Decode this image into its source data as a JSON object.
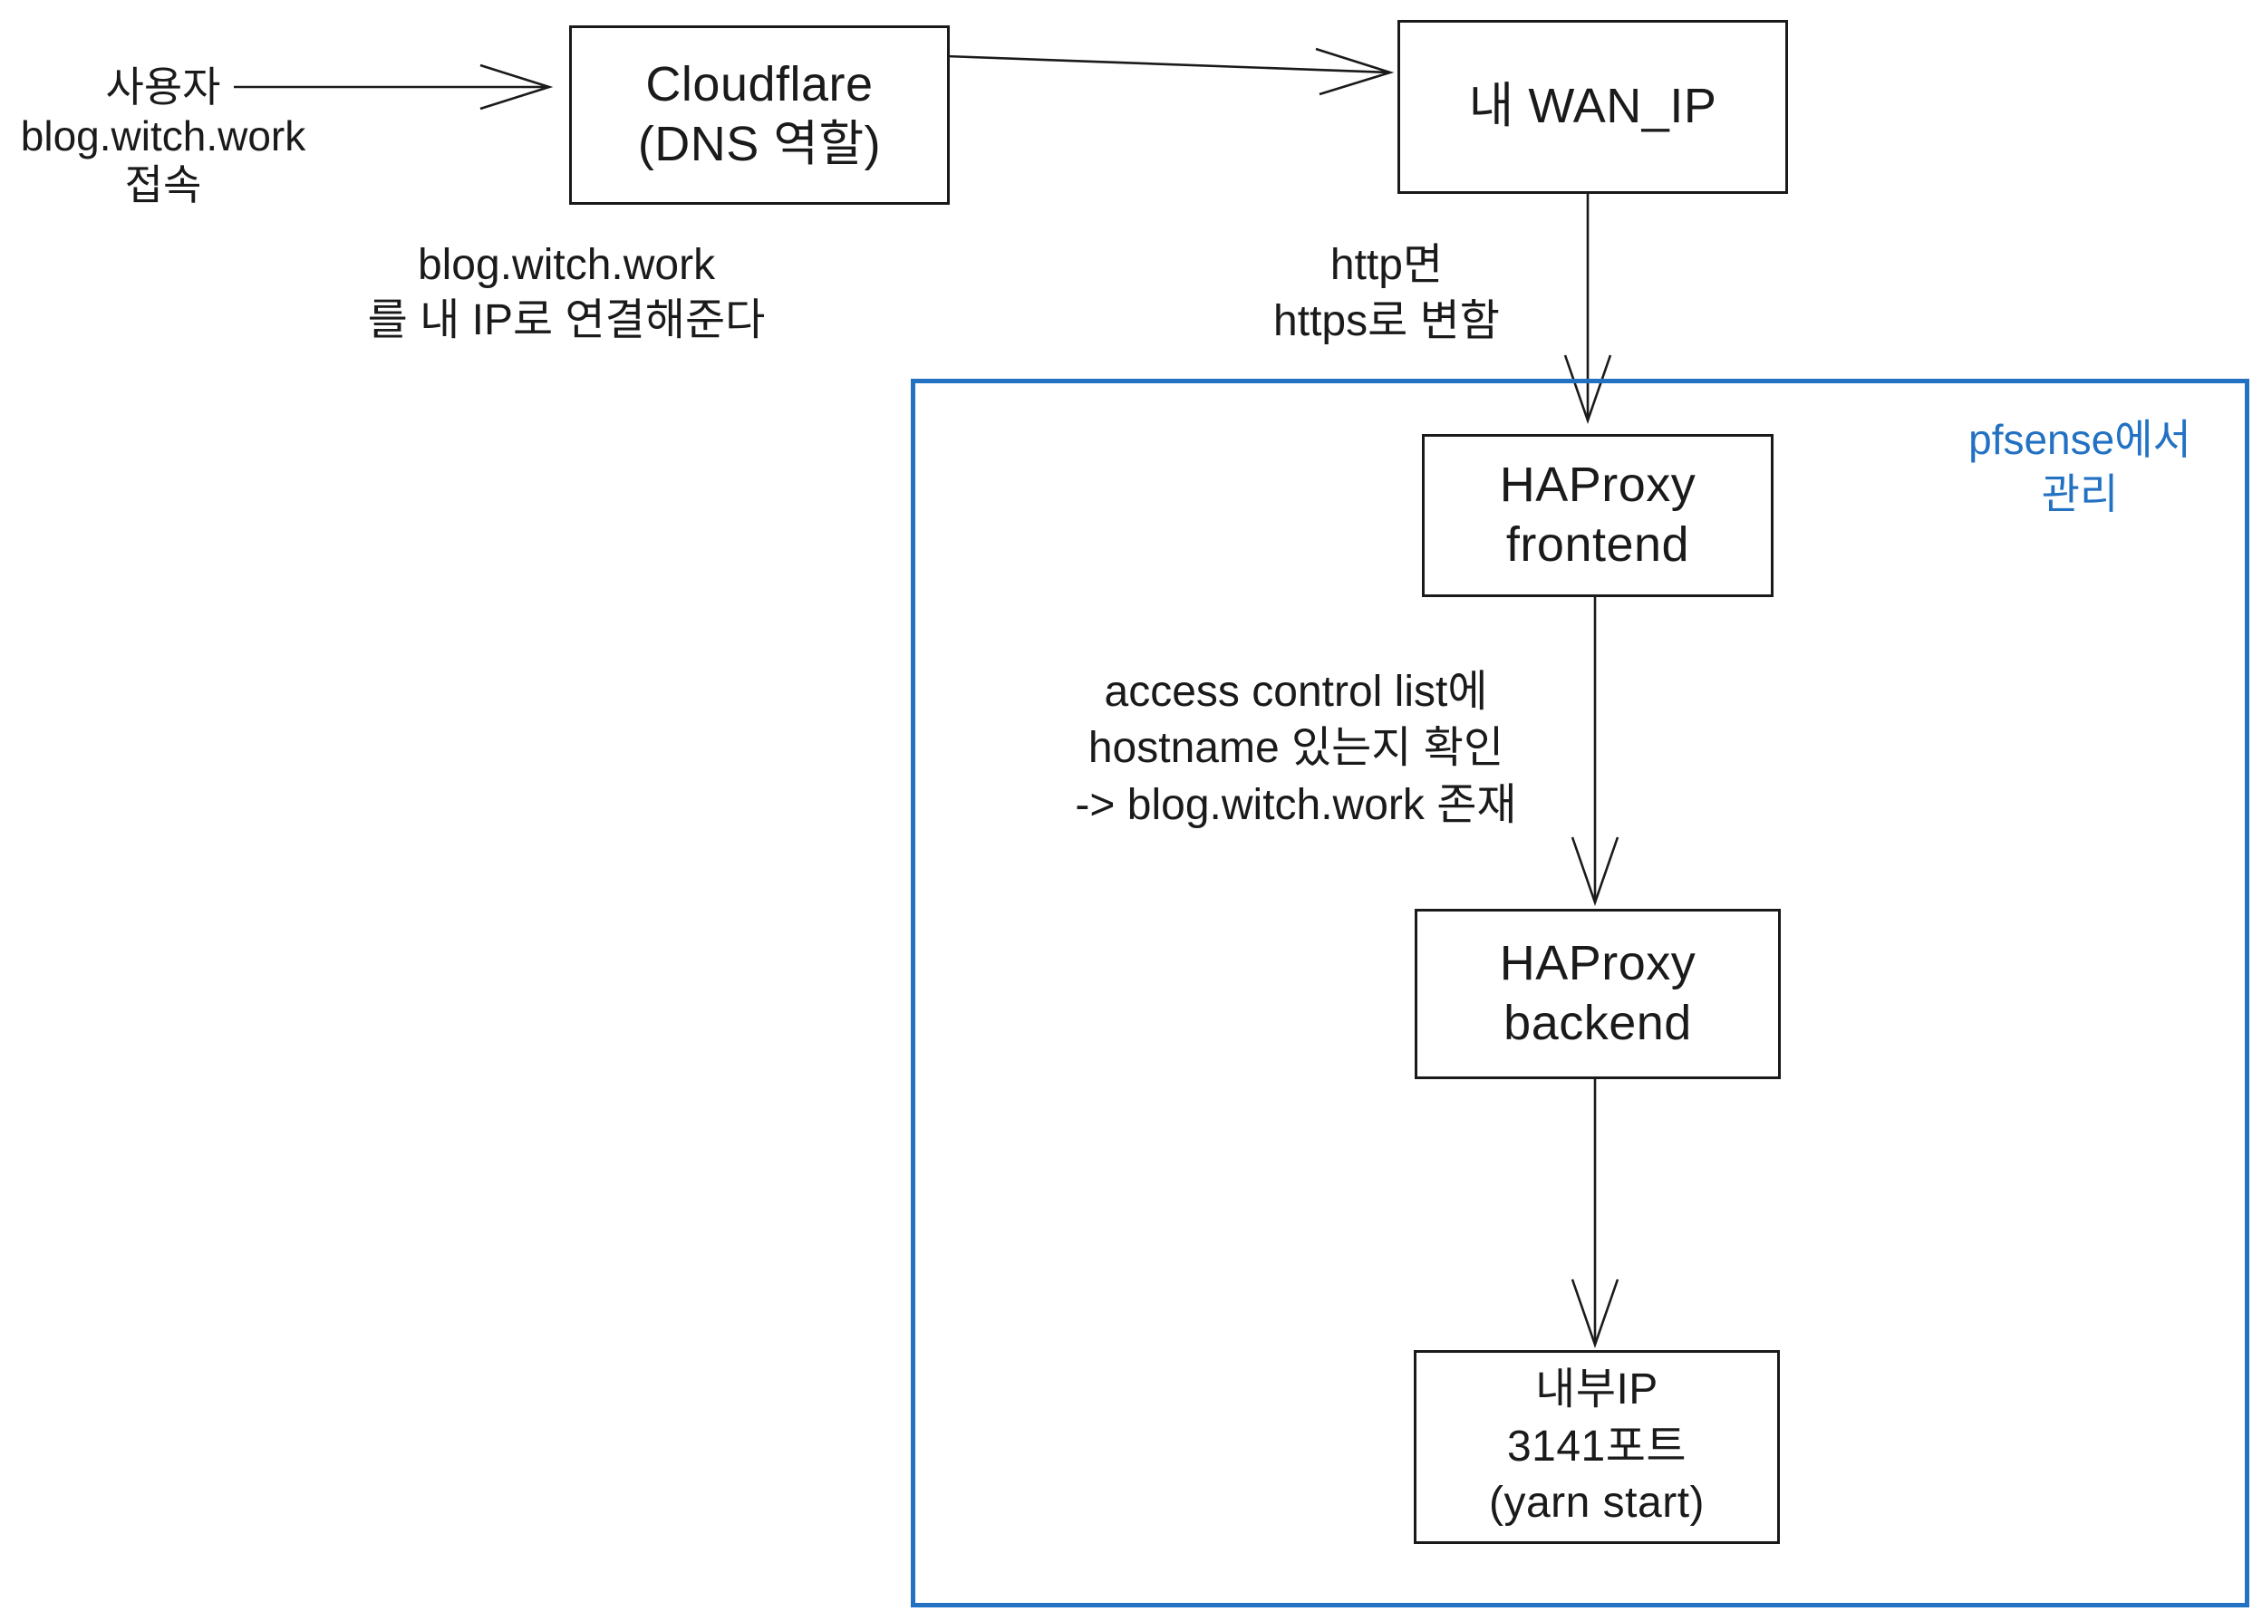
{
  "diagram": {
    "colors": {
      "accent_blue": "#2271c3",
      "line_black": "#1a1a1a",
      "background": "#ffffff"
    },
    "nodes": {
      "user": {
        "lines": [
          "사용자",
          "blog.witch.work",
          "접속"
        ]
      },
      "cloudflare": {
        "lines": [
          "Cloudflare",
          "(DNS 역할)"
        ]
      },
      "cloudflare_note": {
        "lines": [
          "blog.witch.work",
          "를 내 IP로 연결해준다"
        ]
      },
      "wan_ip": {
        "lines": [
          "내 WAN_IP"
        ]
      },
      "http_note": {
        "lines": [
          "http면",
          "https로 변함"
        ]
      },
      "pfsense_group": {
        "lines": [
          "pfsense에서",
          "관리"
        ]
      },
      "haproxy_frontend": {
        "lines": [
          "HAProxy",
          "frontend"
        ]
      },
      "acl_note": {
        "lines": [
          "access control list에",
          "hostname 있는지 확인",
          "-> blog.witch.work 존재"
        ]
      },
      "haproxy_backend": {
        "lines": [
          "HAProxy",
          "backend"
        ]
      },
      "internal_server": {
        "lines": [
          "내부IP",
          "3141포트",
          "(yarn start)"
        ]
      }
    }
  }
}
